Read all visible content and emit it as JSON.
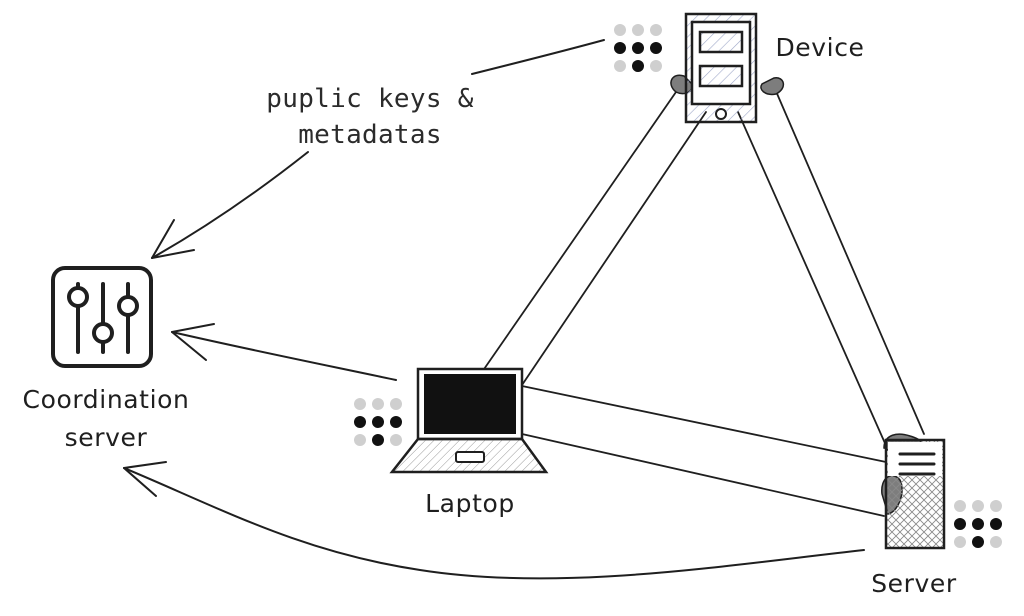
{
  "labels": {
    "device": "Device",
    "laptop": "Laptop",
    "server": "Server",
    "coordination_line1": "Coordination",
    "coordination_line2": "server",
    "keys_line1": "puplic keys &",
    "keys_line2": "metadatas"
  },
  "colors": {
    "ink": "#1f1f1f",
    "dot_dark": "#111111",
    "dot_light": "#cfcfcf",
    "screen": "#111111",
    "hatch": "#9fa8c9",
    "shade": "#7d7d7d"
  },
  "icons": {
    "coordination": "sliders-icon",
    "device": "tablet-device-icon",
    "laptop": "laptop-icon",
    "server": "server-tower-icon",
    "key_dots": "dot-matrix-key-icon"
  }
}
